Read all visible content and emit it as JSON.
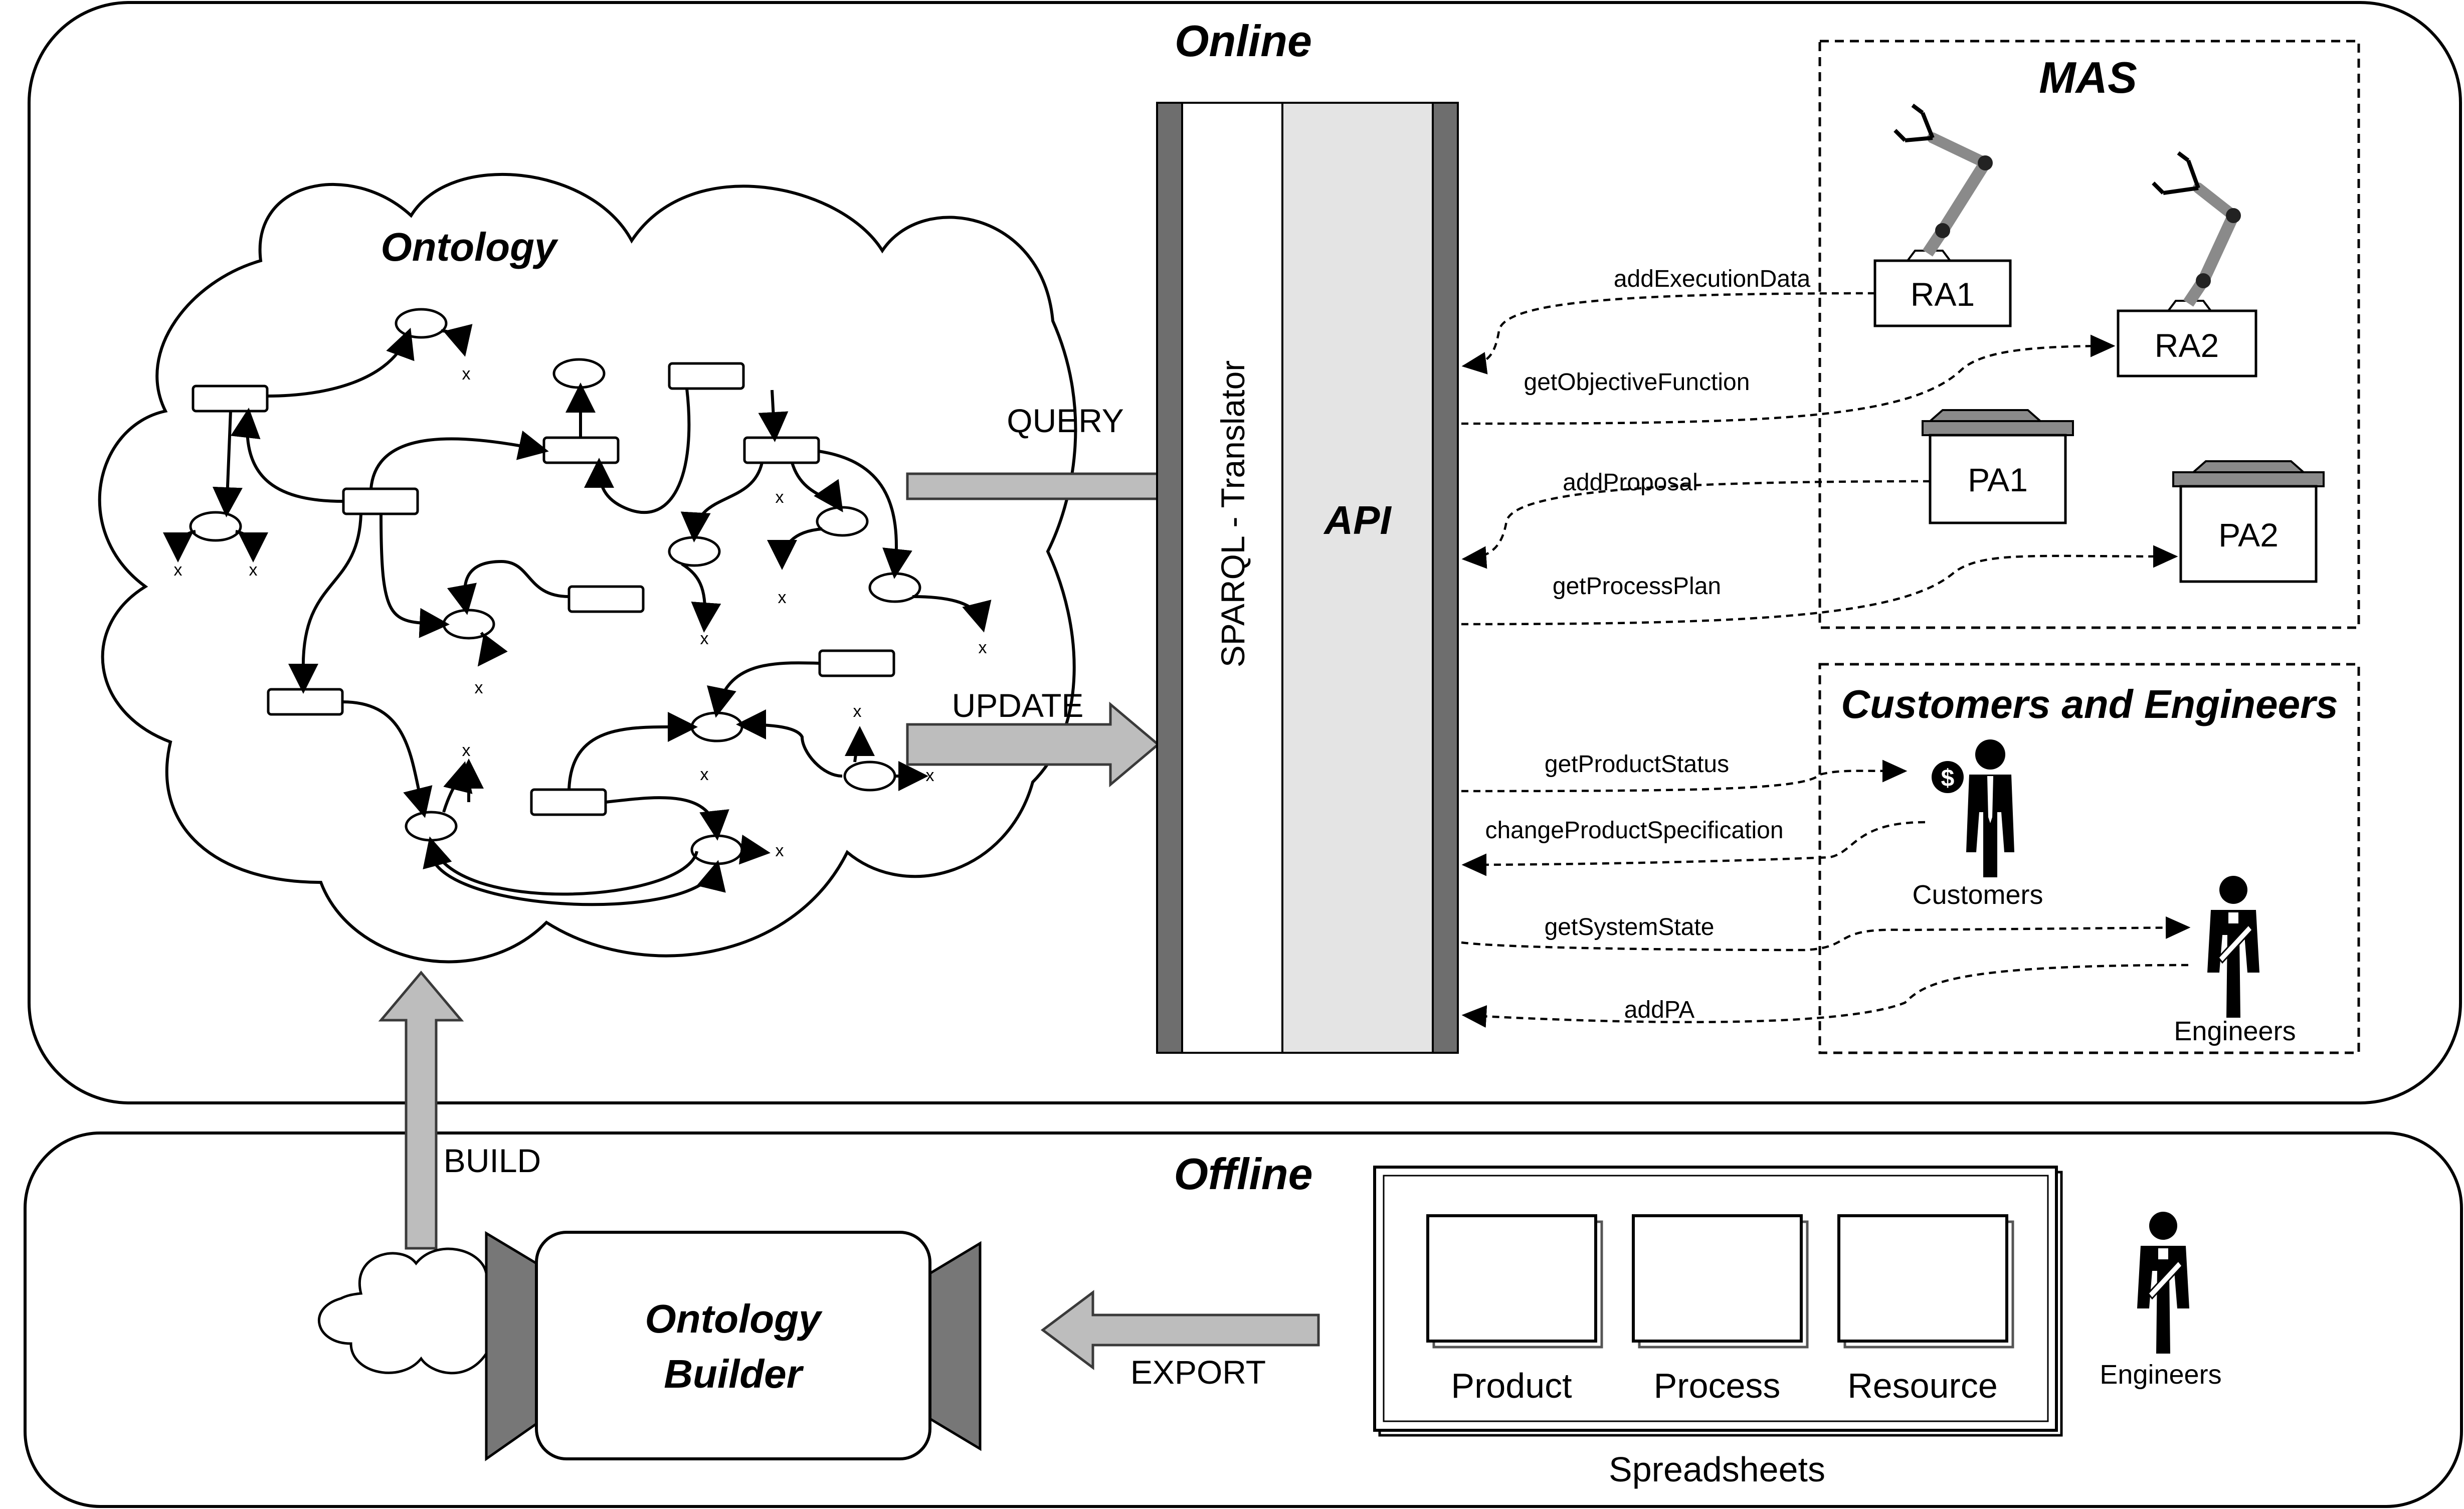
{
  "labels": {
    "online": "Online",
    "offline": "Offline",
    "ontology": "Ontology",
    "mas": "MAS",
    "customers_engineers": "Customers and Engineers",
    "sparql": "SPARQL - Translator",
    "api": "API",
    "query": "QUERY",
    "update": "UPDATE",
    "build": "BUILD",
    "export": "EXPORT",
    "builder_line1": "Ontology",
    "builder_line2": "Builder",
    "spreadsheets": "Spreadsheets"
  },
  "mas_agents": {
    "ra1": "RA1",
    "ra2": "RA2",
    "pa1": "PA1",
    "pa2": "PA2"
  },
  "people": {
    "customers": "Customers",
    "engineers": "Engineers",
    "engineers_offline": "Engineers"
  },
  "api_methods": [
    "addExecutionData",
    "getObjectiveFunction",
    "addProposal",
    "getProcessPlan",
    "getProductStatus",
    "changeProductSpecification",
    "getSystemState",
    "addPA"
  ],
  "sheets": [
    "Product",
    "Process",
    "Resource"
  ],
  "terminal_marker": "x",
  "currency_symbol": "$",
  "colors": {
    "arrow_fill": "#bdbdbd",
    "api_fill": "#e4e4e4",
    "api_border": "#6e6e6e",
    "builder_side": "#777777",
    "robot_arm": "#8a8a8a"
  }
}
